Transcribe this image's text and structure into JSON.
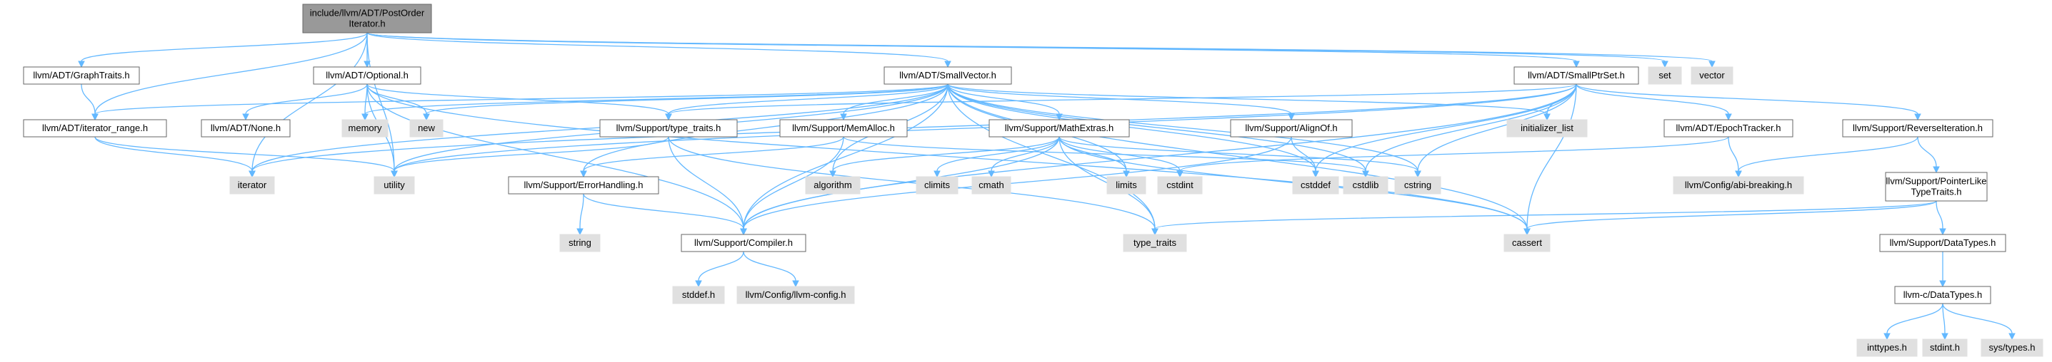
{
  "nodes": [
    {
      "id": "root",
      "lines": [
        "include/llvm/ADT/PostOrder",
        "Iterator.h"
      ],
      "kind": "root"
    },
    {
      "id": "graphtraits",
      "lines": [
        "llvm/ADT/GraphTraits.h"
      ],
      "kind": "header"
    },
    {
      "id": "optional",
      "lines": [
        "llvm/ADT/Optional.h"
      ],
      "kind": "header"
    },
    {
      "id": "smallvector",
      "lines": [
        "llvm/ADT/SmallVector.h"
      ],
      "kind": "header"
    },
    {
      "id": "smallptrset",
      "lines": [
        "llvm/ADT/SmallPtrSet.h"
      ],
      "kind": "header"
    },
    {
      "id": "set",
      "lines": [
        "set"
      ],
      "kind": "system"
    },
    {
      "id": "vector",
      "lines": [
        "vector"
      ],
      "kind": "system"
    },
    {
      "id": "iterrange",
      "lines": [
        "llvm/ADT/iterator_range.h"
      ],
      "kind": "header"
    },
    {
      "id": "none",
      "lines": [
        "llvm/ADT/None.h"
      ],
      "kind": "header"
    },
    {
      "id": "memory",
      "lines": [
        "memory"
      ],
      "kind": "system"
    },
    {
      "id": "new",
      "lines": [
        "new"
      ],
      "kind": "system"
    },
    {
      "id": "typetraitsh",
      "lines": [
        "llvm/Support/type_traits.h"
      ],
      "kind": "header"
    },
    {
      "id": "memalloc",
      "lines": [
        "llvm/Support/MemAlloc.h"
      ],
      "kind": "header"
    },
    {
      "id": "mathextras",
      "lines": [
        "llvm/Support/MathExtras.h"
      ],
      "kind": "header"
    },
    {
      "id": "alignof",
      "lines": [
        "llvm/Support/AlignOf.h"
      ],
      "kind": "header"
    },
    {
      "id": "initlist",
      "lines": [
        "initializer_list"
      ],
      "kind": "system"
    },
    {
      "id": "epoch",
      "lines": [
        "llvm/ADT/EpochTracker.h"
      ],
      "kind": "header"
    },
    {
      "id": "reverseiter",
      "lines": [
        "llvm/Support/ReverseIteration.h"
      ],
      "kind": "header"
    },
    {
      "id": "iterator",
      "lines": [
        "iterator"
      ],
      "kind": "system"
    },
    {
      "id": "utility",
      "lines": [
        "utility"
      ],
      "kind": "system"
    },
    {
      "id": "errhandling",
      "lines": [
        "llvm/Support/ErrorHandling.h"
      ],
      "kind": "header"
    },
    {
      "id": "algorithm",
      "lines": [
        "algorithm"
      ],
      "kind": "system"
    },
    {
      "id": "climits",
      "lines": [
        "climits"
      ],
      "kind": "system"
    },
    {
      "id": "cmath",
      "lines": [
        "cmath"
      ],
      "kind": "system"
    },
    {
      "id": "limits",
      "lines": [
        "limits"
      ],
      "kind": "system"
    },
    {
      "id": "cstdint",
      "lines": [
        "cstdint"
      ],
      "kind": "system"
    },
    {
      "id": "cstddef",
      "lines": [
        "cstddef"
      ],
      "kind": "system"
    },
    {
      "id": "cstdlib",
      "lines": [
        "cstdlib"
      ],
      "kind": "system"
    },
    {
      "id": "cstring",
      "lines": [
        "cstring"
      ],
      "kind": "system"
    },
    {
      "id": "abibreaking",
      "lines": [
        "llvm/Config/abi-breaking.h"
      ],
      "kind": "system"
    },
    {
      "id": "pointerlike",
      "lines": [
        "llvm/Support/PointerLike",
        "TypeTraits.h"
      ],
      "kind": "header"
    },
    {
      "id": "string",
      "lines": [
        "string"
      ],
      "kind": "system"
    },
    {
      "id": "compiler",
      "lines": [
        "llvm/Support/Compiler.h"
      ],
      "kind": "header"
    },
    {
      "id": "type_traits",
      "lines": [
        "type_traits"
      ],
      "kind": "system"
    },
    {
      "id": "cassert",
      "lines": [
        "cassert"
      ],
      "kind": "system"
    },
    {
      "id": "datatypes",
      "lines": [
        "llvm/Support/DataTypes.h"
      ],
      "kind": "header"
    },
    {
      "id": "stddef",
      "lines": [
        "stddef.h"
      ],
      "kind": "system"
    },
    {
      "id": "llvmconfig",
      "lines": [
        "llvm/Config/llvm-config.h"
      ],
      "kind": "system"
    },
    {
      "id": "cdatatypes",
      "lines": [
        "llvm-c/DataTypes.h"
      ],
      "kind": "header"
    },
    {
      "id": "inttypes",
      "lines": [
        "inttypes.h"
      ],
      "kind": "system"
    },
    {
      "id": "stdint",
      "lines": [
        "stdint.h"
      ],
      "kind": "system"
    },
    {
      "id": "systypes",
      "lines": [
        "sys/types.h"
      ],
      "kind": "system"
    }
  ],
  "edges": [
    [
      "root",
      "graphtraits"
    ],
    [
      "root",
      "optional"
    ],
    [
      "root",
      "smallvector"
    ],
    [
      "root",
      "smallptrset"
    ],
    [
      "root",
      "set"
    ],
    [
      "root",
      "vector"
    ],
    [
      "root",
      "iterrange"
    ],
    [
      "root",
      "iterator"
    ],
    [
      "root",
      "utility"
    ],
    [
      "graphtraits",
      "iterrange"
    ],
    [
      "optional",
      "none"
    ],
    [
      "optional",
      "memory"
    ],
    [
      "optional",
      "new"
    ],
    [
      "optional",
      "typetraitsh"
    ],
    [
      "optional",
      "utility"
    ],
    [
      "optional",
      "compiler"
    ],
    [
      "optional",
      "cassert"
    ],
    [
      "iterrange",
      "iterator"
    ],
    [
      "iterrange",
      "utility"
    ],
    [
      "typetraitsh",
      "utility"
    ],
    [
      "typetraitsh",
      "compiler"
    ],
    [
      "typetraitsh",
      "type_traits"
    ],
    [
      "smallvector",
      "iterrange"
    ],
    [
      "smallvector",
      "typetraitsh"
    ],
    [
      "smallvector",
      "memalloc"
    ],
    [
      "smallvector",
      "mathextras"
    ],
    [
      "smallvector",
      "alignof"
    ],
    [
      "smallvector",
      "errhandling"
    ],
    [
      "smallvector",
      "compiler"
    ],
    [
      "smallvector",
      "algorithm"
    ],
    [
      "smallvector",
      "cassert"
    ],
    [
      "smallvector",
      "cstddef"
    ],
    [
      "smallvector",
      "cstdlib"
    ],
    [
      "smallvector",
      "cstring"
    ],
    [
      "smallvector",
      "initlist"
    ],
    [
      "smallvector",
      "iterator"
    ],
    [
      "smallvector",
      "limits"
    ],
    [
      "smallvector",
      "memory"
    ],
    [
      "smallvector",
      "new"
    ],
    [
      "smallvector",
      "type_traits"
    ],
    [
      "smallvector",
      "utility"
    ],
    [
      "memalloc",
      "compiler"
    ],
    [
      "memalloc",
      "errhandling"
    ],
    [
      "memalloc",
      "cstdlib"
    ],
    [
      "errhandling",
      "compiler"
    ],
    [
      "errhandling",
      "string"
    ],
    [
      "mathextras",
      "compiler"
    ],
    [
      "mathextras",
      "algorithm"
    ],
    [
      "mathextras",
      "cassert"
    ],
    [
      "mathextras",
      "climits"
    ],
    [
      "mathextras",
      "cmath"
    ],
    [
      "mathextras",
      "cstdint"
    ],
    [
      "mathextras",
      "cstring"
    ],
    [
      "mathextras",
      "limits"
    ],
    [
      "mathextras",
      "type_traits"
    ],
    [
      "alignof",
      "compiler"
    ],
    [
      "alignof",
      "cstddef"
    ],
    [
      "compiler",
      "llvmconfig"
    ],
    [
      "compiler",
      "stddef"
    ],
    [
      "smallptrset",
      "epoch"
    ],
    [
      "smallptrset",
      "compiler"
    ],
    [
      "smallptrset",
      "reverseiter"
    ],
    [
      "smallptrset",
      "typetraitsh"
    ],
    [
      "smallptrset",
      "cassert"
    ],
    [
      "smallptrset",
      "cstddef"
    ],
    [
      "smallptrset",
      "cstdlib"
    ],
    [
      "smallptrset",
      "cstring"
    ],
    [
      "smallptrset",
      "initlist"
    ],
    [
      "smallptrset",
      "iterator"
    ],
    [
      "smallptrset",
      "utility"
    ],
    [
      "epoch",
      "abibreaking"
    ],
    [
      "epoch",
      "cstdint"
    ],
    [
      "reverseiter",
      "abibreaking"
    ],
    [
      "reverseiter",
      "pointerlike"
    ],
    [
      "pointerlike",
      "datatypes"
    ],
    [
      "pointerlike",
      "cassert"
    ],
    [
      "pointerlike",
      "type_traits"
    ],
    [
      "datatypes",
      "cdatatypes"
    ],
    [
      "cdatatypes",
      "inttypes"
    ],
    [
      "cdatatypes",
      "stdint"
    ],
    [
      "cdatatypes",
      "systypes"
    ]
  ],
  "colors": {
    "edge": "#63b8ff",
    "root_fill": "#999999",
    "header_fill": "#ffffff",
    "system_fill": "#e0e0e0",
    "border": "#666666"
  }
}
